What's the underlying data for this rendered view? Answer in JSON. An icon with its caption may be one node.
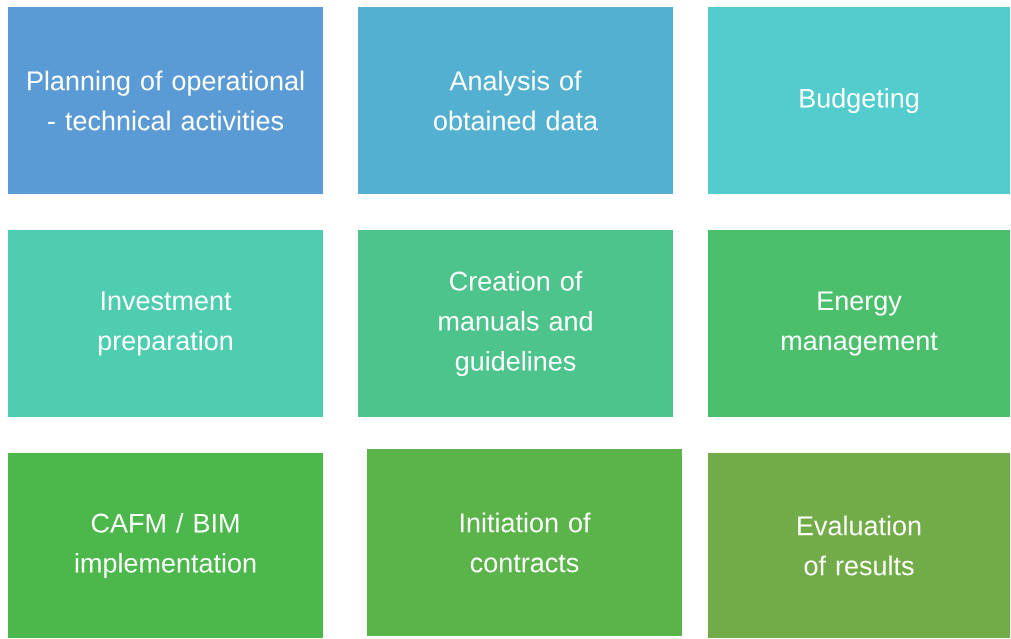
{
  "diagram": {
    "nodes": [
      {
        "text": [
          "Planning of operational - technical activities"
        ]
      },
      {
        "text": [
          "Analysis of obtained data"
        ]
      },
      {
        "text": [
          "Budgeting"
        ]
      },
      {
        "text": [
          "Investment preparation"
        ]
      },
      {
        "text": [
          "Creation of manuals and guidelines"
        ]
      },
      {
        "text": [
          "Energy management"
        ]
      },
      {
        "text": [
          "CAFM / BIM implementation"
        ]
      },
      {
        "text": [
          "Initiation of contracts"
        ]
      },
      {
        "text": [
          "Evaluation of results"
        ]
      }
    ]
  }
}
